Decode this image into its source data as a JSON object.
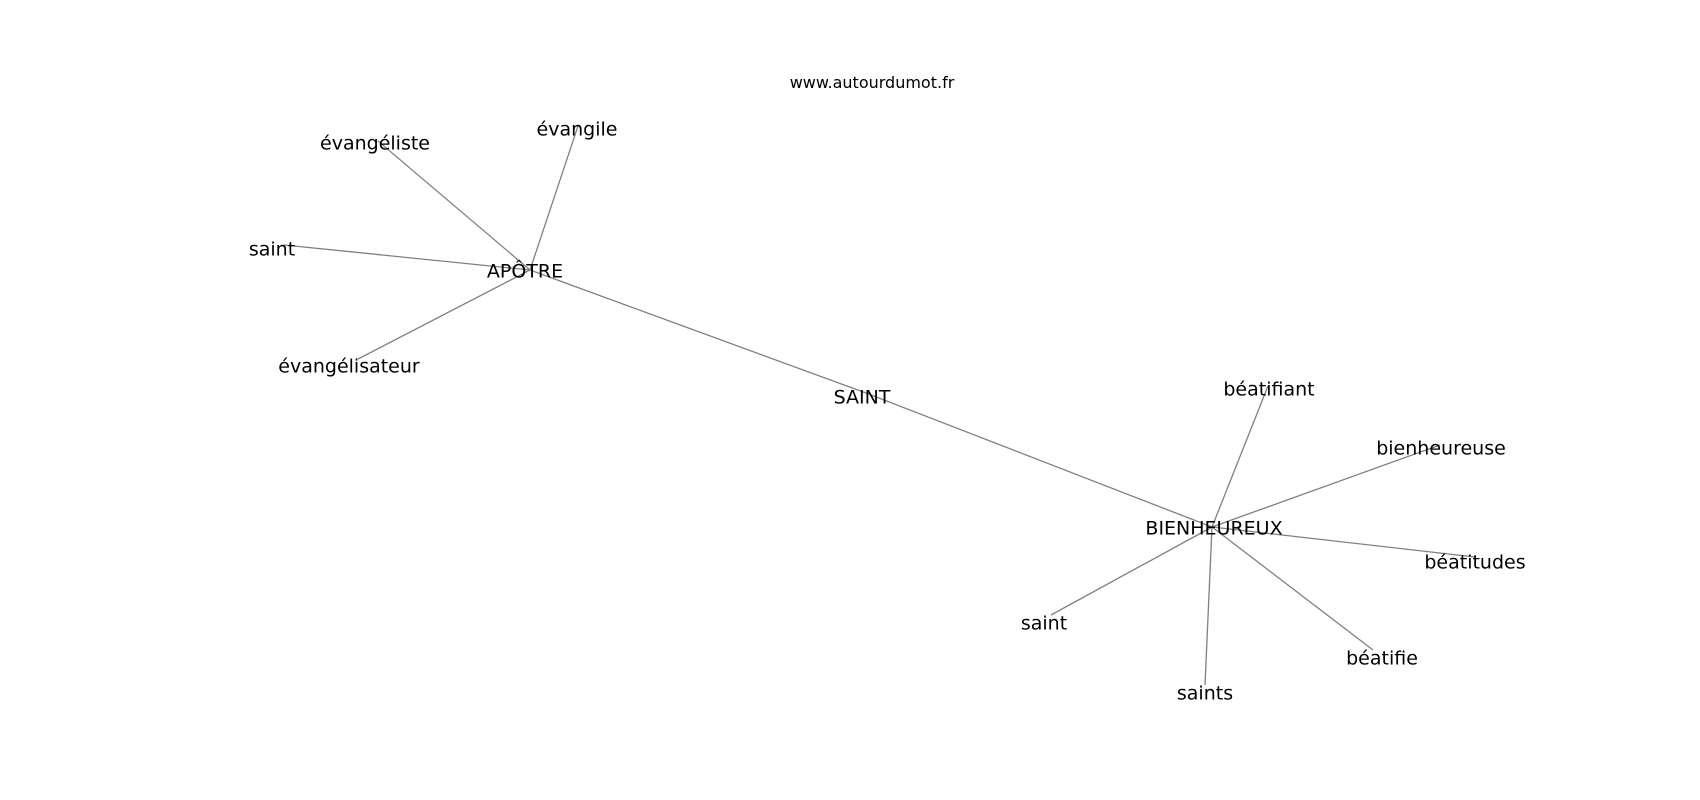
{
  "source": "www.autourdumot.fr",
  "graph": {
    "center": "SAINT",
    "nodes": [
      {
        "id": "saint_center",
        "label": "SAINT"
      },
      {
        "id": "apotre",
        "label": "APÔTRE"
      },
      {
        "id": "bienheureux",
        "label": "BIENHEUREUX"
      },
      {
        "id": "evangeliste",
        "label": "évangéliste"
      },
      {
        "id": "evangile",
        "label": "évangile"
      },
      {
        "id": "saint_a",
        "label": "saint"
      },
      {
        "id": "evangelisateur",
        "label": "évangélisateur"
      },
      {
        "id": "beatifiant",
        "label": "béatifiant"
      },
      {
        "id": "bienheureuse",
        "label": "bienheureuse"
      },
      {
        "id": "beatitudes",
        "label": "béatitudes"
      },
      {
        "id": "beatifie",
        "label": "béatifie"
      },
      {
        "id": "saints",
        "label": "saints"
      },
      {
        "id": "saint_b",
        "label": "saint"
      }
    ],
    "edges": [
      [
        "apotre",
        "saint_center"
      ],
      [
        "saint_center",
        "bienheureux"
      ],
      [
        "apotre",
        "evangeliste"
      ],
      [
        "apotre",
        "evangile"
      ],
      [
        "apotre",
        "saint_a"
      ],
      [
        "apotre",
        "evangelisateur"
      ],
      [
        "bienheureux",
        "beatifiant"
      ],
      [
        "bienheureux",
        "bienheureuse"
      ],
      [
        "bienheureux",
        "beatitudes"
      ],
      [
        "bienheureux",
        "beatifie"
      ],
      [
        "bienheureux",
        "saints"
      ],
      [
        "bienheureux",
        "saint_b"
      ]
    ]
  }
}
